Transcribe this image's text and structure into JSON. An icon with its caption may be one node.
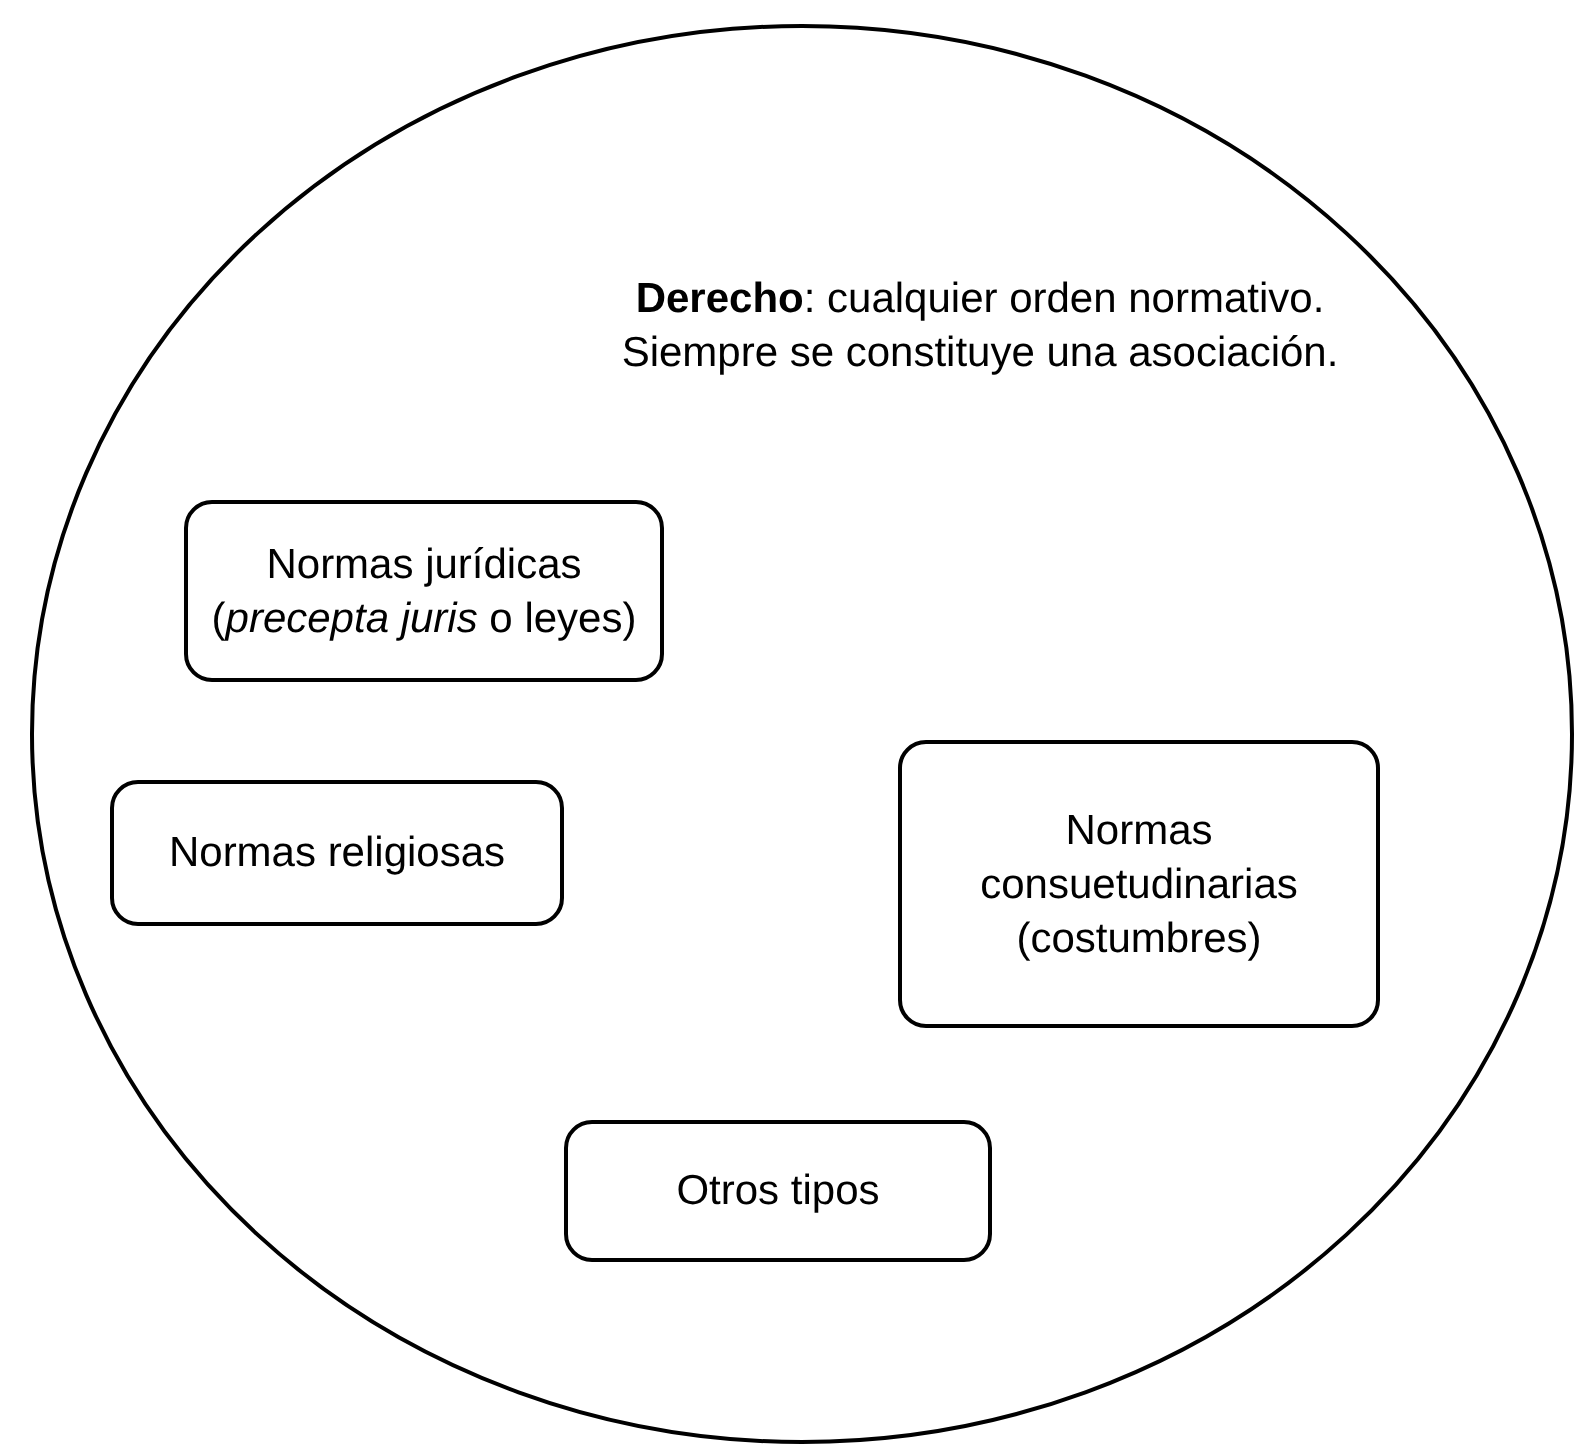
{
  "diagram": {
    "nodes": [
      {
        "text": [
          "**Derecho**: cualquier orden normativo. Siempre se constituye una asociación."
        ]
      },
      {
        "text": [
          "Normas jurídicas (*precepta juris* o leyes)"
        ],
        "in": 0
      },
      {
        "text": [
          "Normas consuetudinarias (costumbres)"
        ],
        "in": 0
      },
      {
        "text": [
          "Normas religiosas"
        ],
        "in": 0
      },
      {
        "text": [
          "Otros tipos"
        ],
        "in": 0
      }
    ]
  }
}
